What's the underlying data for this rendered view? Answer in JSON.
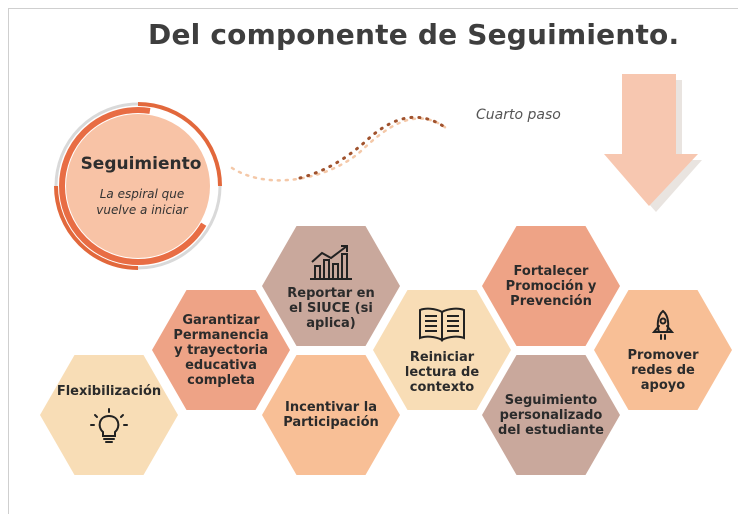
{
  "title": "Del componente de Seguimiento.",
  "step_label": "Cuarto paso",
  "spiral": {
    "title": "Seguimiento",
    "subtitle": "La espiral que vuelve a iniciar"
  },
  "hexagons": [
    {
      "label": "Flexibilización",
      "icon": "lightbulb-icon"
    },
    {
      "label": "Garantizar Permanencia y trayectoria educativa completa"
    },
    {
      "label": "Reportar en el SIUCE (si aplica)",
      "icon": "chart-growth-icon"
    },
    {
      "label": "Incentivar la Participación"
    },
    {
      "label": "Reiniciar lectura de contexto",
      "icon": "open-book-icon"
    },
    {
      "label": "Fortalecer Promoción y Prevención"
    },
    {
      "label": "Seguimiento personalizado del estudiante"
    },
    {
      "label": "Promover redes de apoyo",
      "icon": "rocket-icon"
    }
  ],
  "colors": {
    "cream": "#f8ddb6",
    "salmon": "#eea386",
    "peach": "#f8bf96",
    "taupe": "#c9a89c",
    "accent": "#e2683c",
    "arrow": "#f7c7b0"
  }
}
